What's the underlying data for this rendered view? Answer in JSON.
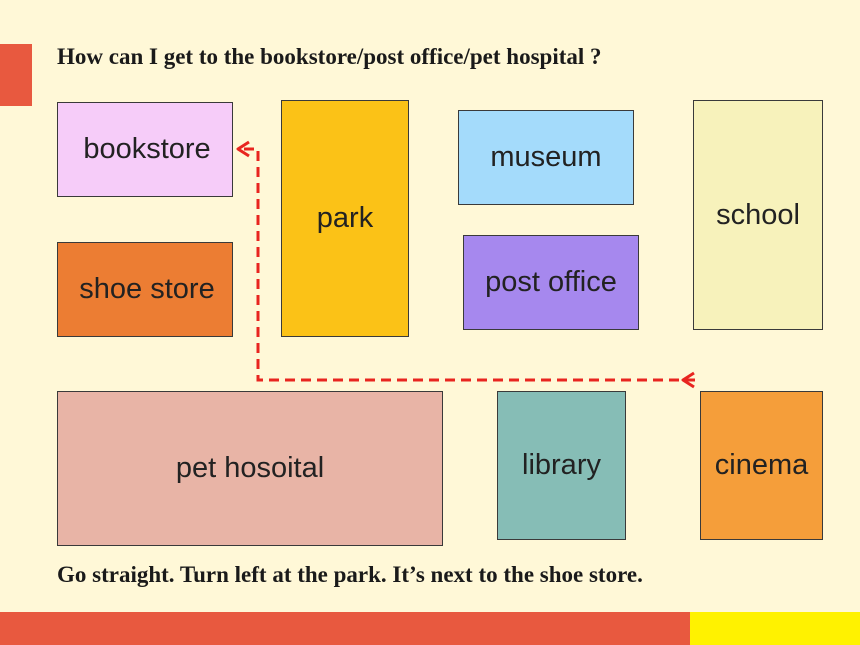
{
  "question": "How can I get to the bookstore/post office/pet hospital ?",
  "answer": "Go straight. Turn left at the park. It’s next to the shoe store.",
  "places": {
    "bookstore": "bookstore",
    "shoe_store": "shoe store",
    "park": "park",
    "museum": "museum",
    "post_office": "post office",
    "school": "school",
    "pet_hospital": "pet hosoital",
    "library": "library",
    "cinema": "cinema"
  },
  "colors": {
    "background": "#fff8d7",
    "accent_red": "#e8593f",
    "accent_yellow": "#fff200",
    "route": "#e8251f",
    "bookstore": "#f6ccf9",
    "shoe_store": "#ec7d33",
    "park": "#fbc217",
    "museum": "#a4dbfb",
    "post_office": "#a688ee",
    "school": "#f7f2bb",
    "pet_hospital": "#e8b4a6",
    "library": "#86bdb6",
    "cinema": "#f59e3a"
  }
}
